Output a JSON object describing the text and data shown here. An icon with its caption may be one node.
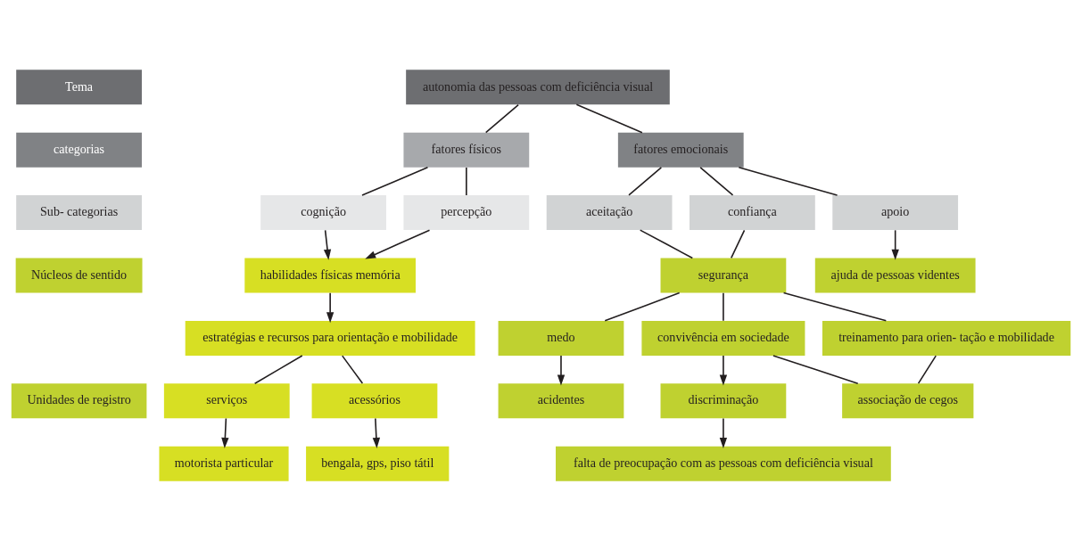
{
  "diagram": {
    "nodes": [
      {
        "text": [
          "Tema"
        ]
      },
      {
        "text": [
          "categorias"
        ]
      },
      {
        "text": [
          "Sub- categorias"
        ]
      },
      {
        "text": [
          "Núcleos de sentido"
        ]
      },
      {
        "text": [
          "Unidades de registro"
        ]
      },
      {
        "text": [
          "autonomia das pessoas com deficiência visual"
        ]
      },
      {
        "text": [
          "fatores físicos"
        ]
      },
      {
        "text": [
          "fatores emocionais"
        ]
      },
      {
        "text": [
          "cognição"
        ]
      },
      {
        "text": [
          "percepção"
        ]
      },
      {
        "text": [
          "aceitação"
        ]
      },
      {
        "text": [
          "confiança"
        ]
      },
      {
        "text": [
          "apoio"
        ]
      },
      {
        "text": [
          "habilidades físicas memória"
        ]
      },
      {
        "text": [
          "segurança"
        ]
      },
      {
        "text": [
          "ajuda de pessoas videntes"
        ]
      },
      {
        "text": [
          "estratégias e recursos para orientação e mobilidade"
        ]
      },
      {
        "text": [
          "medo"
        ]
      },
      {
        "text": [
          "convivência em sociedade"
        ]
      },
      {
        "text": [
          "treinamento para orien- tação e mobilidade"
        ]
      },
      {
        "text": [
          "serviços"
        ]
      },
      {
        "text": [
          "acessórios"
        ]
      },
      {
        "text": [
          "acidentes"
        ]
      },
      {
        "text": [
          "discriminação"
        ]
      },
      {
        "text": [
          "associação de cegos"
        ]
      },
      {
        "text": [
          "motorista particular"
        ]
      },
      {
        "text": [
          "bengala, gps, piso tátil"
        ]
      },
      {
        "text": [
          "falta de preocupação com as pessoas com deficiência visual"
        ]
      }
    ],
    "edges": [
      {
        "from": 5,
        "to": 6,
        "arrow": "none"
      },
      {
        "from": 5,
        "to": 7,
        "arrow": "none"
      },
      {
        "from": 6,
        "to": 8,
        "arrow": "none"
      },
      {
        "from": 6,
        "to": 9,
        "arrow": "none"
      },
      {
        "from": 7,
        "to": 10,
        "arrow": "none"
      },
      {
        "from": 7,
        "to": 11,
        "arrow": "none"
      },
      {
        "from": 7,
        "to": 12,
        "arrow": "none"
      },
      {
        "from": 8,
        "to": 13,
        "arrow": "to"
      },
      {
        "from": 9,
        "to": 13,
        "arrow": "to"
      },
      {
        "from": 10,
        "to": 14,
        "arrow": "none"
      },
      {
        "from": 11,
        "to": 14,
        "arrow": "none"
      },
      {
        "from": 12,
        "to": 15,
        "arrow": "to"
      },
      {
        "from": 13,
        "to": 16,
        "arrow": "to"
      },
      {
        "from": 14,
        "to": 17,
        "arrow": "none"
      },
      {
        "from": 14,
        "to": 18,
        "arrow": "none"
      },
      {
        "from": 14,
        "to": 19,
        "arrow": "none"
      },
      {
        "from": 16,
        "to": 20,
        "arrow": "none"
      },
      {
        "from": 16,
        "to": 21,
        "arrow": "none"
      },
      {
        "from": 17,
        "to": 22,
        "arrow": "to"
      },
      {
        "from": 18,
        "to": 23,
        "arrow": "to"
      },
      {
        "from": 18,
        "to": 24,
        "arrow": "none"
      },
      {
        "from": 19,
        "to": 24,
        "arrow": "none"
      },
      {
        "from": 20,
        "to": 25,
        "arrow": "to"
      },
      {
        "from": 21,
        "to": 26,
        "arrow": "to"
      },
      {
        "from": 23,
        "to": 27,
        "arrow": "to"
      }
    ]
  }
}
